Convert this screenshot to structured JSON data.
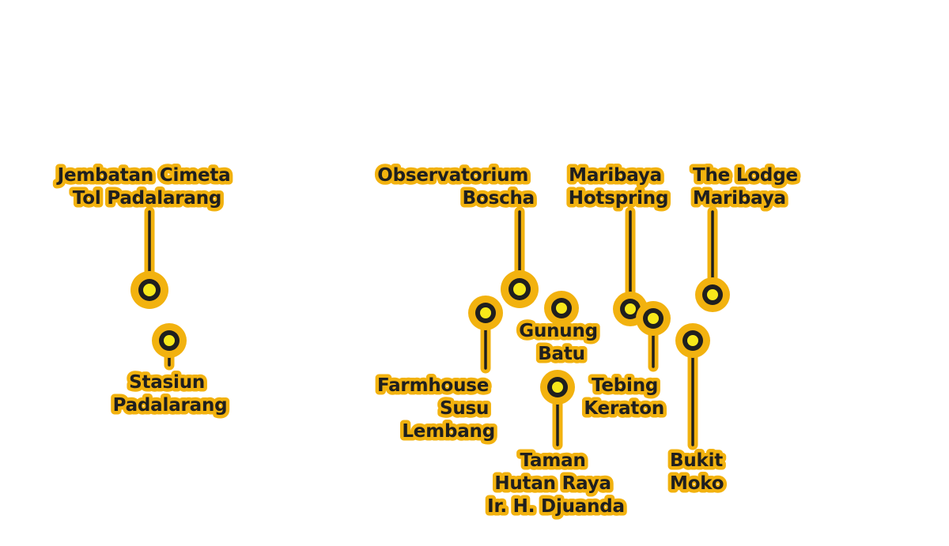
{
  "colors": {
    "accent": "#f2b20f",
    "ink": "#1f1f1f",
    "pin_core": "#f7e81a",
    "background": "#ffffff"
  },
  "places": [
    {
      "id": "jembatan-cimeta-tol-padalarang",
      "lines": [
        "Jembatan Cimeta",
        "Tol Padalarang"
      ]
    },
    {
      "id": "stasiun-padalarang",
      "lines": [
        "Stasiun",
        "Padalarang"
      ]
    },
    {
      "id": "observatorium-boscha",
      "lines": [
        "Observatorium",
        "Boscha"
      ]
    },
    {
      "id": "farmhouse-susu-lembang",
      "lines": [
        "Farmhouse",
        "Susu",
        "Lembang"
      ]
    },
    {
      "id": "gunung-batu",
      "lines": [
        "Gunung",
        "Batu"
      ]
    },
    {
      "id": "taman-hutan-raya-djuanda",
      "lines": [
        "Taman",
        "Hutan Raya",
        "Ir. H. Djuanda"
      ]
    },
    {
      "id": "maribaya-hotspring",
      "lines": [
        "Maribaya",
        "Hotspring"
      ]
    },
    {
      "id": "tebing-keraton",
      "lines": [
        "Tebing",
        "Keraton"
      ]
    },
    {
      "id": "the-lodge-maribaya",
      "lines": [
        "The Lodge",
        "Maribaya"
      ]
    },
    {
      "id": "bukit-moko",
      "lines": [
        "Bukit",
        "Moko"
      ]
    }
  ]
}
